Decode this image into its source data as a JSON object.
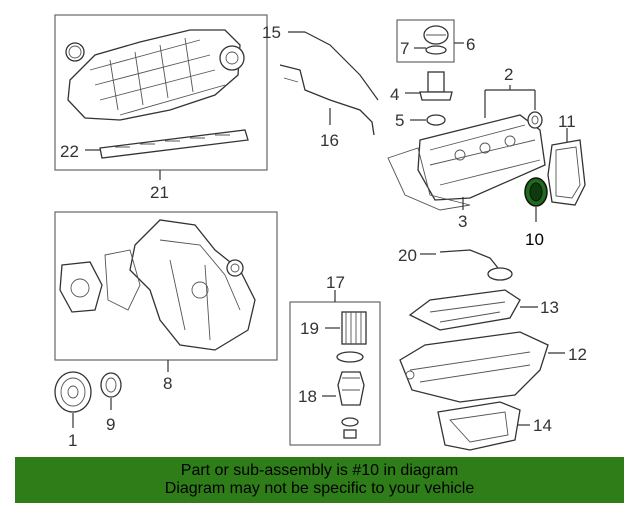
{
  "callouts": {
    "c1": "1",
    "c2": "2",
    "c3": "3",
    "c4": "4",
    "c5": "5",
    "c6": "6",
    "c7": "7",
    "c8": "8",
    "c9": "9",
    "c10": "10",
    "c11": "11",
    "c12": "12",
    "c13": "13",
    "c14": "14",
    "c15": "15",
    "c16": "16",
    "c17": "17",
    "c18": "18",
    "c19": "19",
    "c20": "20",
    "c21": "21",
    "c22": "22"
  },
  "highlight": {
    "part": "10",
    "color": "#1f6b1a"
  },
  "banner": {
    "line1": "Part or sub-assembly is #10 in diagram",
    "line2": "Diagram may not be specific to your vehicle",
    "background": "#2e7d18"
  }
}
